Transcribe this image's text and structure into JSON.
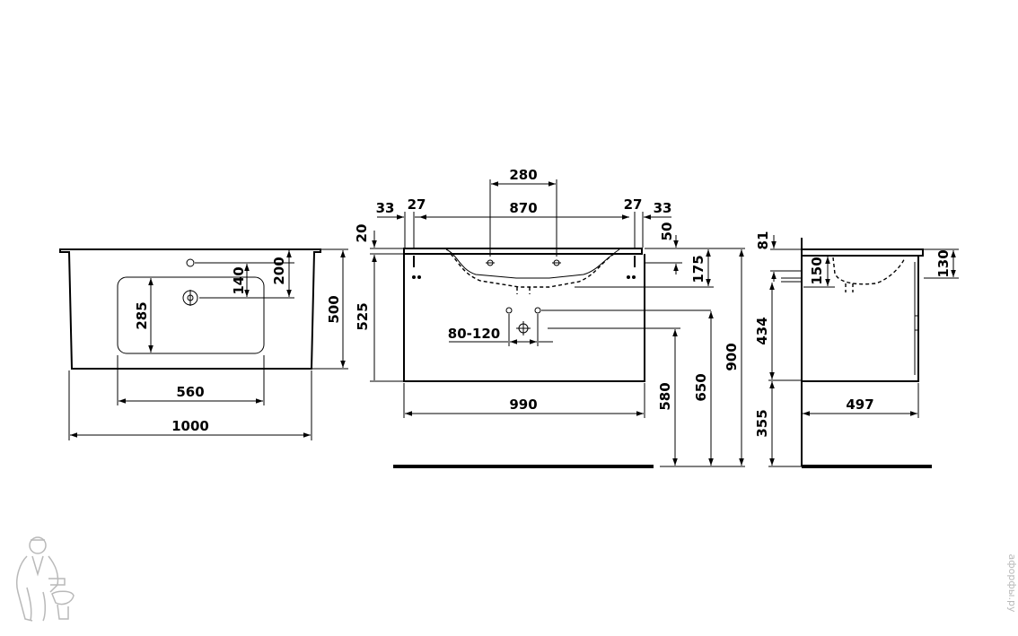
{
  "dimensions": {
    "top": {
      "d1000": "1000",
      "d560": "560",
      "d500": "500",
      "d285": "285",
      "d140": "140",
      "d200": "200"
    },
    "front": {
      "d280": "280",
      "d870": "870",
      "d33l": "33",
      "d27l": "27",
      "d27r": "27",
      "d33r": "33",
      "d20": "20",
      "d525": "525",
      "d50": "50",
      "d175": "175",
      "d80_120": "80-120",
      "d990": "990",
      "d580": "580",
      "d650": "650",
      "d900": "900"
    },
    "side": {
      "d81": "81",
      "d150": "150",
      "d130": "130",
      "d434": "434",
      "d355": "355",
      "d497": "497"
    }
  },
  "watermark": {
    "text": "aфорфы.ру"
  },
  "colors": {
    "line": "#000000",
    "watermark": "#b9b9b9",
    "background": "#ffffff"
  }
}
